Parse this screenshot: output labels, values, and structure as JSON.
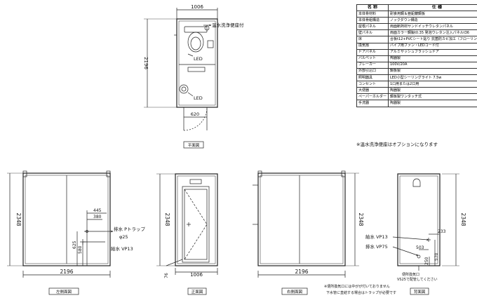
{
  "spec_table": {
    "headers": [
      "名 称",
      "仕 様"
    ],
    "rows": [
      [
        "本体骨材料",
        "耐食用鋼＆亜鉛鍍鋼板"
      ],
      [
        "本体骨組構造",
        "ノックダウン構造"
      ],
      [
        "屋根パネル",
        "両面断熱材サンドイッチウレタンパネル"
      ],
      [
        "壁パネル",
        "両面カラー鋼鈑t0.35 発泡ウレタン注入パネルt36"
      ],
      [
        "床",
        "合板t12+PVCシート貼り 抗菌防カビ加工（フローリング）"
      ],
      [
        "換気扇",
        "パイプ用ファン・LEDコード付"
      ],
      [
        "ドアパネル",
        "アルミサッシュフラッシュドア"
      ],
      [
        "バルベット",
        "陶器製"
      ],
      [
        "ブレーカー",
        "100V/20A"
      ],
      [
        "外部引込口",
        "鋼板製"
      ],
      [
        "照明器具",
        "LED小型シーリングライト 7.5w"
      ],
      [
        "コンセント",
        "1口用または2口用"
      ],
      [
        "大便器",
        "陶器製"
      ],
      [
        "ペーパーホルダー",
        "鋼板製ワンタッチ式"
      ],
      [
        "手洗器",
        "陶器製"
      ]
    ]
  },
  "note": "※温水洗浄便座はオプションになります",
  "plan": {
    "width": "1006",
    "height": "2196",
    "door_width": "620",
    "toilet_label": "温水洗浄便座付",
    "led1": "LED",
    "led2": "LED",
    "caption": "平面図"
  },
  "left_elev": {
    "width": "2196",
    "height": "2348",
    "dim_445": "445",
    "dim_380": "380",
    "dim_625": "625",
    "dim_580": "580",
    "drain": "排水 Pトラップ",
    "drain_dia": "φ25",
    "supply": "給水 VP13",
    "caption": "左側面図"
  },
  "front_elev": {
    "width": "1006",
    "height": "2348",
    "base": "76",
    "caption": "正面図"
  },
  "right_elev": {
    "width": "2196",
    "height": "2348",
    "caption": "右側面図"
  },
  "back_elev": {
    "height": "2348",
    "supply": "給水 VP13",
    "drain": "排水 VP75",
    "dim_233": "233",
    "dim_503": "503",
    "dim_250": "250",
    "dim_570": "570",
    "exhaust_title": "便所換気口",
    "exhaust_spec": "VS25で配管してください",
    "note1": "※便所換気口には中がが付いておりません",
    "note2": "下水管に直結する場合はトラップが必要です",
    "caption": "背面図"
  }
}
